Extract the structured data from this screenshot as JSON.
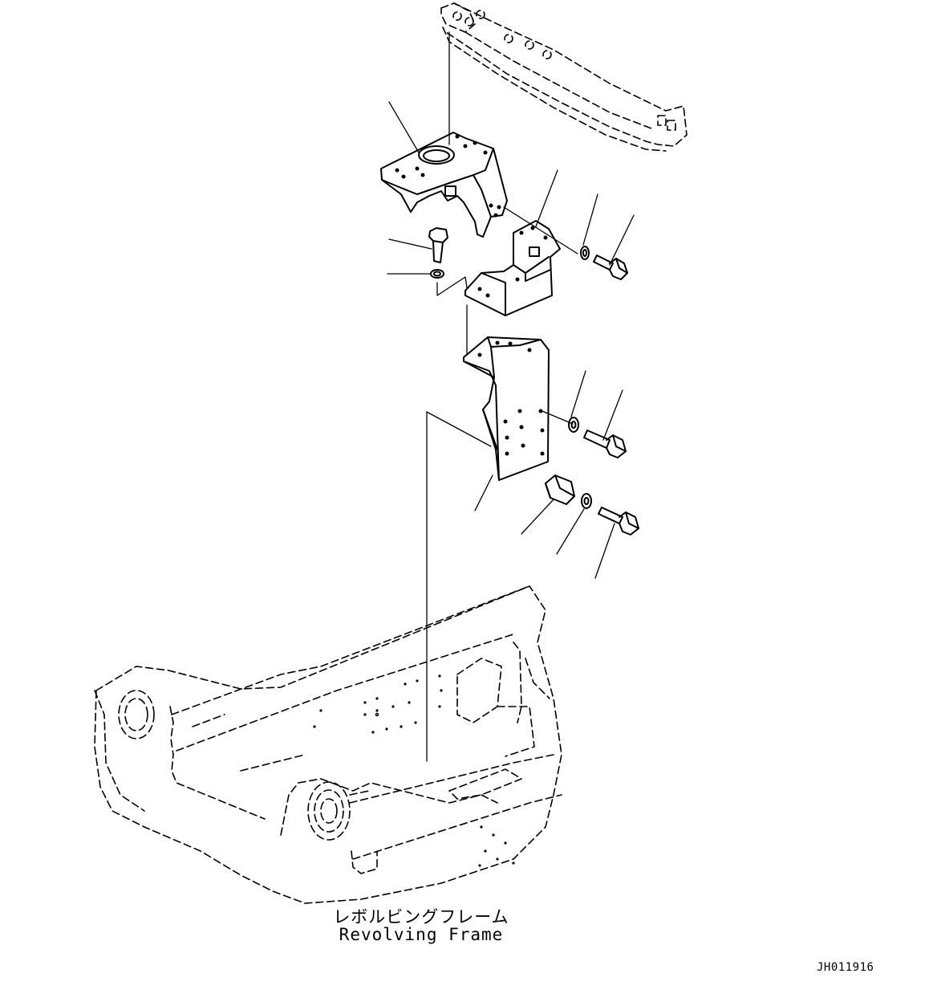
{
  "frame_label": {
    "japanese": "レボルビングフレーム",
    "english": "Revolving Frame"
  },
  "drawing_number": "JH011916"
}
